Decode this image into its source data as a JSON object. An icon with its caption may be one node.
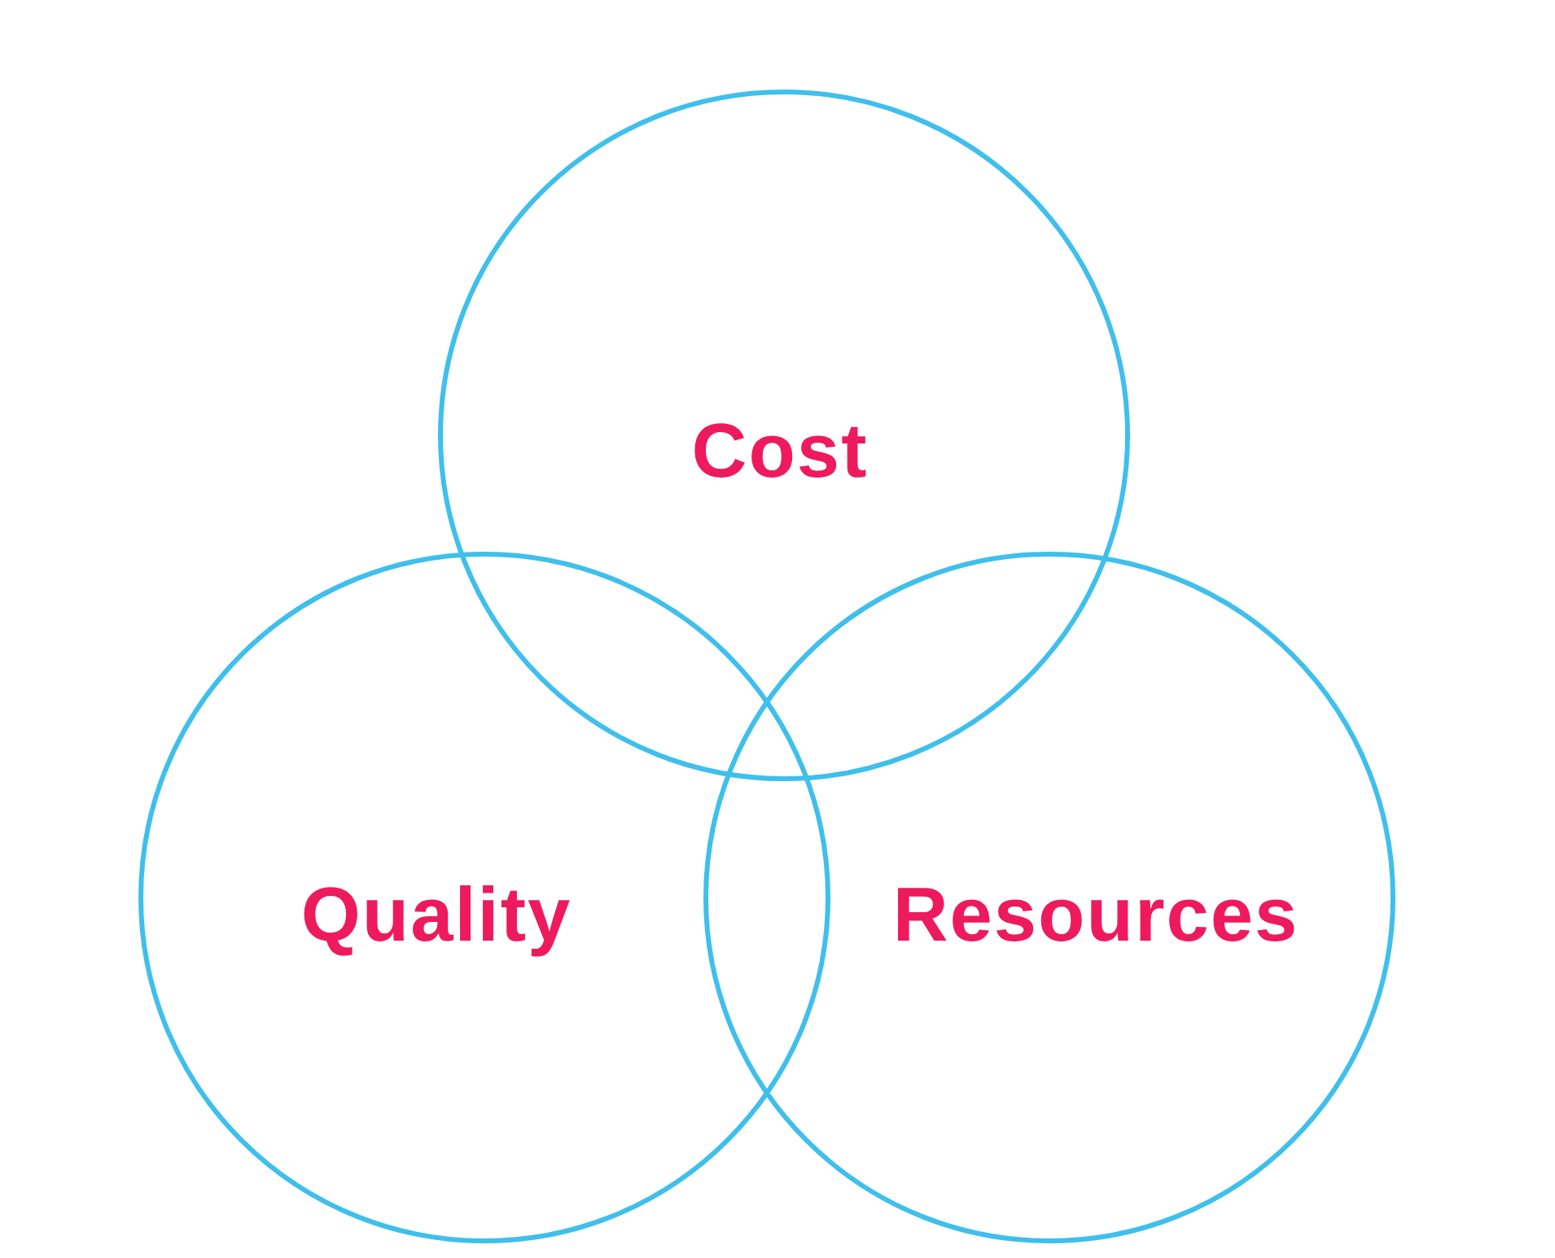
{
  "diagram": {
    "nodes": [
      {
        "text": [
          "Cost"
        ]
      },
      {
        "text": [
          "Quality"
        ]
      },
      {
        "text": [
          "Resources"
        ]
      }
    ]
  }
}
